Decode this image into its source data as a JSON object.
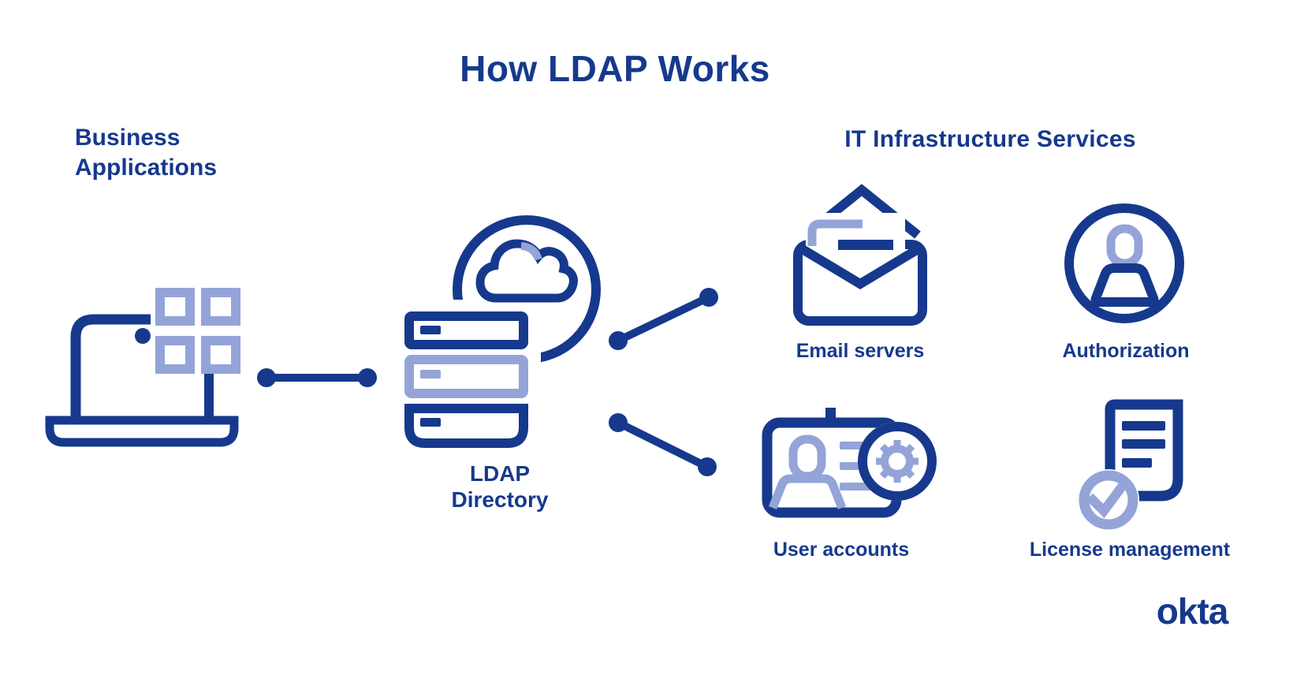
{
  "title": "How LDAP Works",
  "colors": {
    "navy": "#16398D",
    "periwinkle": "#94A4D8",
    "background": "#FFFFFF"
  },
  "business_applications": {
    "line1": "Business",
    "line2": "Applications"
  },
  "ldap_directory": {
    "line1": "LDAP",
    "line2": "Directory"
  },
  "it_infrastructure": {
    "header": "IT Infrastructure Services"
  },
  "services": {
    "email": {
      "label": "Email servers"
    },
    "authorization": {
      "label": "Authorization"
    },
    "user_accounts": {
      "label": "User accounts"
    },
    "license_management": {
      "label": "License management"
    }
  },
  "logo": {
    "text": "okta"
  },
  "icons": {
    "laptop": "laptop-business-apps-icon",
    "ldap": "cloud-server-stack-icon",
    "email": "open-envelope-icon",
    "authorization": "person-in-circle-icon",
    "user_accounts": "id-card-gear-icon",
    "license": "document-checkmark-icon"
  },
  "connectors": [
    {
      "from": "business-applications",
      "to": "ldap-directory"
    },
    {
      "from": "ldap-directory",
      "to": "email-servers"
    },
    {
      "from": "ldap-directory",
      "to": "user-accounts"
    }
  ]
}
